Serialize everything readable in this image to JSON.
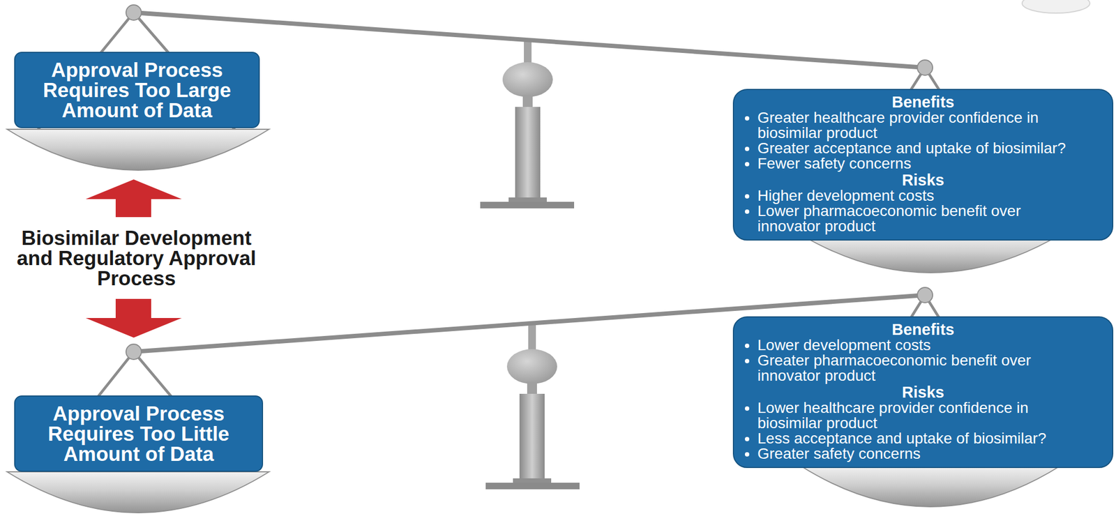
{
  "diagram": {
    "nodes": [
      {
        "text": [
          "Approval Process Requires Too Large Amount of Data"
        ]
      },
      {
        "text": [
          "Benefits",
          "Greater healthcare provider confidence in biosimilar product",
          "Greater acceptance and uptake of biosimilar?",
          "Fewer safety concerns",
          "Risks",
          "Higher development costs",
          "Lower pharmacoeconomic benefit over innovator product"
        ]
      },
      {
        "text": [
          "Approval Process Requires Too Little Amount of Data"
        ]
      },
      {
        "text": [
          "Benefits",
          "Lower development costs",
          "Greater pharmacoeconomic benefit over innovator product",
          "Risks",
          "Lower healthcare provider confidence in biosimilar product",
          "Less acceptance and uptake of biosimilar?",
          "Greater safety concerns"
        ]
      }
    ],
    "labels": [
      "Biosimilar Development and Regulatory Approval Process"
    ]
  }
}
